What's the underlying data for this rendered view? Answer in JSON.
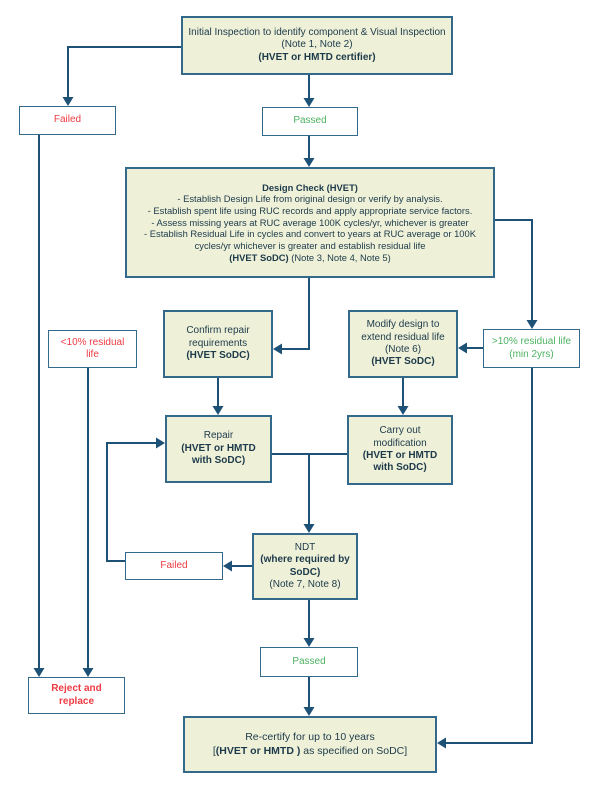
{
  "colors": {
    "line": "#1d5176",
    "box_border": "#336a8c",
    "cream_fill": "#eef0d8",
    "white_fill": "#ffffff",
    "text": "#1d3a4a",
    "red": "#ee3b43",
    "green": "#4eb262"
  },
  "nodes": {
    "initial": {
      "text": "Initial Inspection to identify component & Visual Inspection (Note 1, Note 2)",
      "bold": "(HVET or HMTD certifier)"
    },
    "failed_top": {
      "label": "Failed"
    },
    "passed_top": {
      "label": "Passed"
    },
    "design_check": {
      "title": "Design Check (HVET)",
      "item1": "- Establish Design Life from original design or verify by analysis.",
      "item2": "- Establish spent life using RUC records and apply appropriate service factors.",
      "item3": "- Assess missing years at RUC average 100K cycles/yr, whichever is greater",
      "item4": "- Establish Residual Life in cycles and convert to years at RUC average or 100K cycles/yr whichever is greater and establish residual life",
      "footer_bold": "(HVET SoDC)",
      "footer_rest": " (Note 3, Note 4, Note 5)"
    },
    "confirm_repair": {
      "text": "Confirm repair requirements",
      "bold": "(HVET SoDC)"
    },
    "modify_design": {
      "text": "Modify design to extend residual life",
      "note": "(Note 6)",
      "bold": "(HVET SoDC)"
    },
    "lt10": {
      "label": "<10% residual life"
    },
    "gt10": {
      "label": ">10% residual life",
      "sub": "(min 2yrs)"
    },
    "repair": {
      "text": "Repair",
      "bold": "(HVET or HMTD with SoDC)"
    },
    "carry_out": {
      "text": "Carry out modification",
      "bold": "(HVET or HMTD with SoDC)"
    },
    "ndt": {
      "text": "NDT",
      "bold": "(where required by SoDC)",
      "note": "(Note 7, Note 8)"
    },
    "failed_ndt": {
      "label": "Failed"
    },
    "passed_ndt": {
      "label": "Passed"
    },
    "reject": {
      "label": "Reject and replace"
    },
    "recertify": {
      "line1": "Re-certify for up to 10 years",
      "bracket_open": "[",
      "bold": "(HVET or HMTD )",
      "rest": " as specified on SoDC]"
    }
  }
}
